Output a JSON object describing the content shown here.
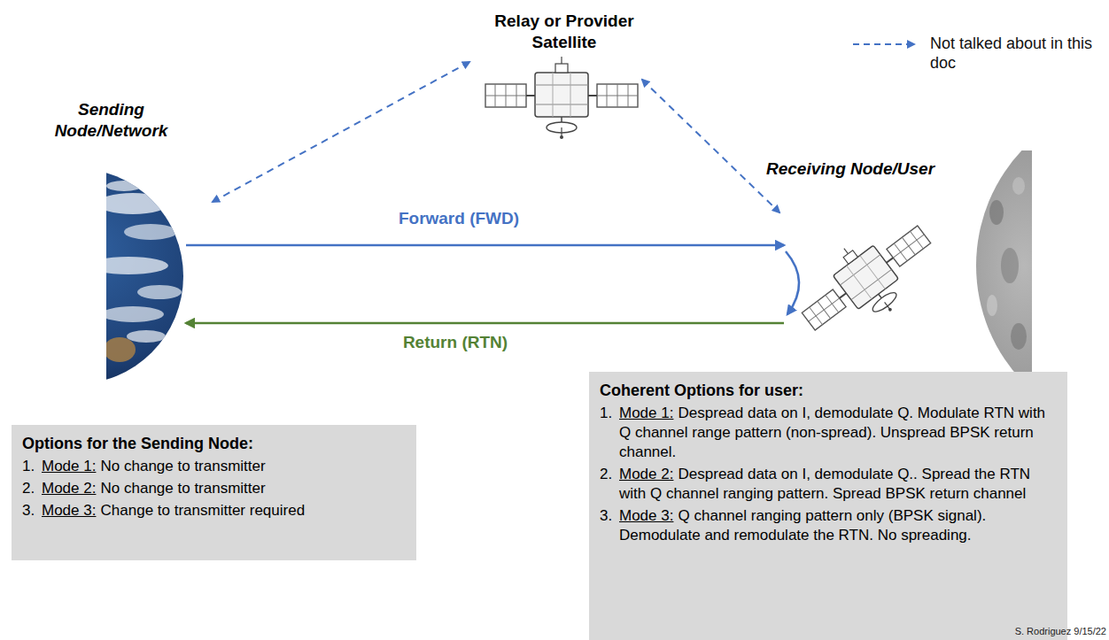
{
  "diagram": {
    "nodes": [
      {
        "text": [
          "Sending Node/Network"
        ]
      },
      {
        "text": [
          "Relay or Provider Satellite"
        ]
      },
      {
        "text": [
          "Receiving Node/User"
        ]
      },
      {
        "text": [
          "Options for the Sending Node:",
          "1.",
          "Mode 1:",
          "No change to transmitter",
          "2.",
          "Mode 2:",
          "No change to transmitter",
          "3.",
          "Mode 3:",
          "Change to transmitter required"
        ]
      },
      {
        "text": [
          "Coherent Options for user:",
          "1.",
          "Mode 1:",
          "Despread data on I, demodulate Q. Modulate RTN with Q channel range pattern (non-spread). Unspread BPSK return channel.",
          "2.",
          "Mode 2:",
          "Despread data on I, demodulate Q.. Spread the RTN with Q channel ranging pattern. Spread BPSK return channel",
          "3.",
          "Mode 3:",
          "Q channel ranging pattern only (BPSK signal). Demodulate and remodulate the RTN. No spreading."
        ]
      }
    ],
    "edges": [
      {
        "from": 0,
        "to": 2,
        "arrow": "to",
        "label": "Forward (FWD)"
      },
      {
        "from": 2,
        "to": 0,
        "arrow": "to",
        "label": "Return (RTN)"
      },
      {
        "from": 0,
        "to": 1,
        "arrow": "both"
      },
      {
        "from": 1,
        "to": 2,
        "arrow": "both"
      }
    ],
    "labels": [
      "S. Rodriguez 9/15/22"
    ],
    "legend": [
      {
        "text": "Not talked about in this doc"
      }
    ]
  }
}
